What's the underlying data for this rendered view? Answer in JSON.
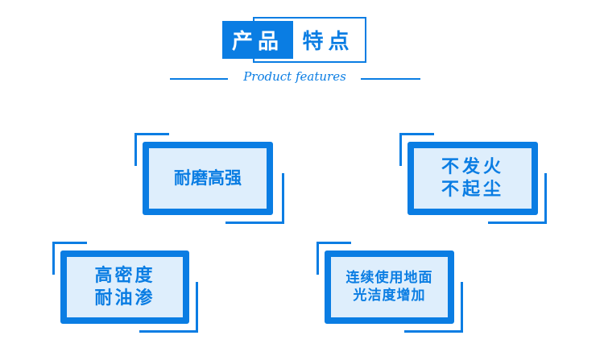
{
  "header": {
    "title_left": "产品",
    "title_right": "特点",
    "subtitle": "Product  features"
  },
  "features": [
    {
      "lines": [
        "耐磨高强"
      ]
    },
    {
      "lines": [
        "不发火",
        "不起尘"
      ]
    },
    {
      "lines": [
        "高密度",
        "耐油渗"
      ]
    },
    {
      "lines": [
        "连续使用地面",
        "光洁度增加"
      ]
    }
  ],
  "colors": {
    "accent": "#0a7de3",
    "card_fill": "#deeefc"
  }
}
